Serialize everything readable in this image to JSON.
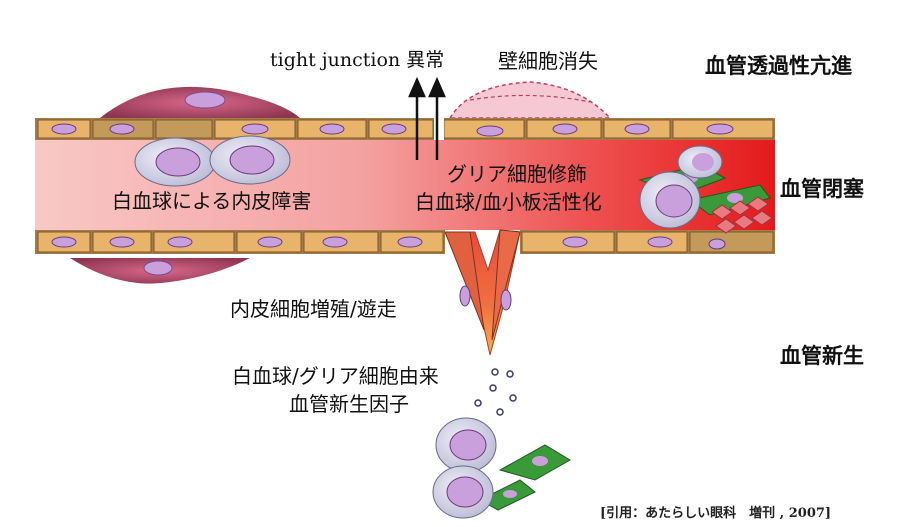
{
  "labels": {
    "tight_junction": "tight junction 異常",
    "pericyte_loss": "壁細胞消失",
    "leukocyte_damage": "白血球による内皮障害",
    "glia_modification": "グリア細胞修飾",
    "leukocyte_platelet": "白血球/血小板活性化",
    "endothelial_prolif": "内皮細胞増殖/遊走",
    "factor_line1": "白血球/グリア細胞由来",
    "factor_line2": "血管新生因子"
  },
  "outcomes": {
    "hyperpermeability": "血管透過性亢進",
    "occlusion": "血管閉塞",
    "angiogenesis": "血管新生"
  },
  "citation": "[引用：あたらしい眼科　増刊 , 2007]",
  "colors": {
    "endothelial_cell": "#e8b46a",
    "endothelial_dark": "#a87a45",
    "nucleus": "#c9a0dc",
    "lumen_left": "#f5b8b8",
    "lumen_right": "#e81c1c",
    "pericyte": "#a8405e",
    "glia": "#3a9a3a",
    "platelet": "#e87a80"
  }
}
